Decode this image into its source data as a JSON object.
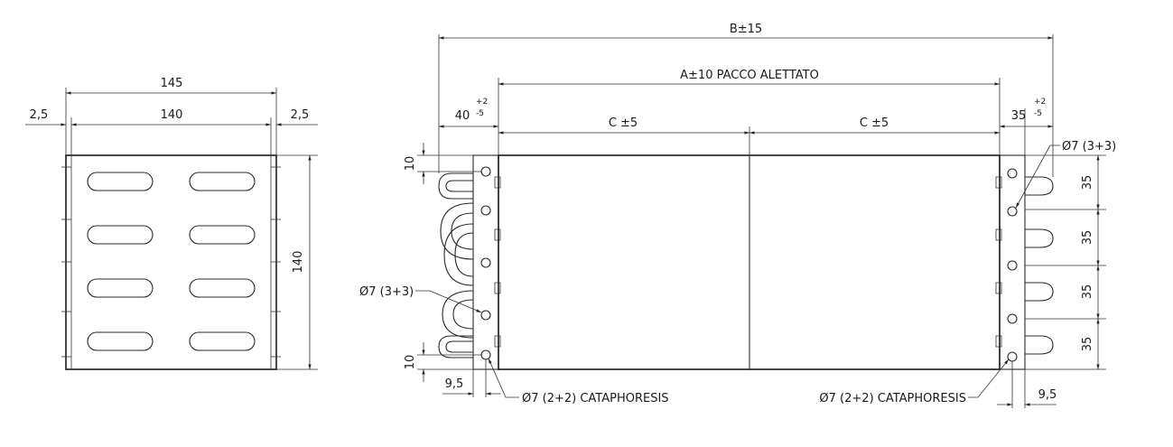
{
  "left_view": {
    "overall_width": "145",
    "inner_width": "140",
    "left_margin": "2,5",
    "right_margin": "2,5",
    "height": "140"
  },
  "right_view": {
    "overall_length": "B±15",
    "fin_pack": "A±10 PACCO ALETTATO",
    "left_end": "40",
    "left_end_tol_plus": "+2",
    "left_end_tol_minus": "-5",
    "right_end": "35",
    "right_end_tol_plus": "+2",
    "right_end_tol_minus": "-5",
    "segment_1": "C ±5",
    "segment_2": "C ±5",
    "hole_top_offset": "10",
    "hole_bottom_offset": "10",
    "left_bottom_offset": "9,5",
    "right_bottom_offset": "9,5",
    "left_holes_note": "Ø7 (3+3)",
    "right_holes_note": "Ø7 (3+3)",
    "left_cataphoresis_note": "Ø7 (2+2) CATAPHORESIS",
    "right_cataphoresis_note": "Ø7 (2+2) CATAPHORESIS",
    "pitch_1": "35",
    "pitch_2": "35",
    "pitch_3": "35",
    "pitch_4": "35"
  }
}
